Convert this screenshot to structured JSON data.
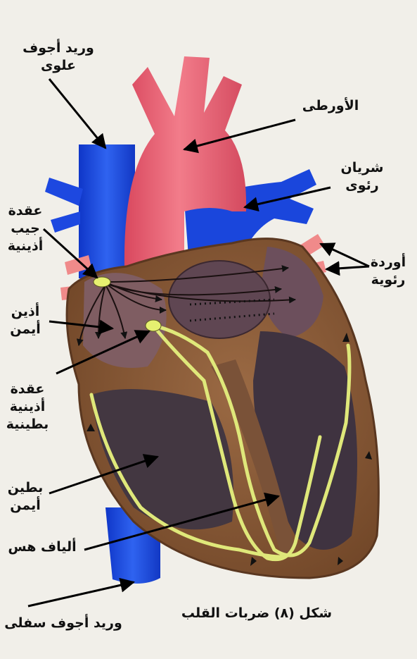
{
  "labels": {
    "svc": [
      "وريد أجوف",
      "علوى"
    ],
    "aorta": [
      "الأورطى"
    ],
    "pa": [
      "شريان",
      "رئوى"
    ],
    "sa": [
      "عقدة",
      "جيب",
      "أذينية"
    ],
    "pv": [
      "أوردة",
      "رئوية"
    ],
    "ra": [
      "أذين",
      "أيمن"
    ],
    "av": [
      "عقدة",
      "أذينية",
      "بطينية"
    ],
    "rv": [
      "بطين",
      "أيمن"
    ],
    "his": [
      "ألياف هس"
    ],
    "ivc": [
      "وريد أجوف سفلى"
    ]
  },
  "caption": "شكل (٨) ضربات القلب",
  "colors": {
    "vein_blue": "#1540d8",
    "aorta_red": "#e9566b",
    "heart_brown": "#8a5a36",
    "muscle_dark": "#4a3a42",
    "conduction_yellow": "#dfe87a"
  }
}
